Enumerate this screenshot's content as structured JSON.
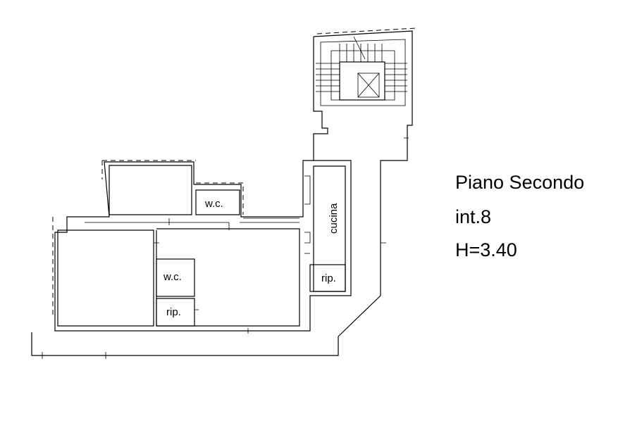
{
  "legend": {
    "floor": "Piano Secondo",
    "unit": "int.8",
    "height": "H=3.40"
  },
  "rooms": {
    "wc_upper": "w.c.",
    "wc_lower": "w.c.",
    "rip_lower": "rip.",
    "cucina": "cucina",
    "rip_kitchen": "rip."
  }
}
